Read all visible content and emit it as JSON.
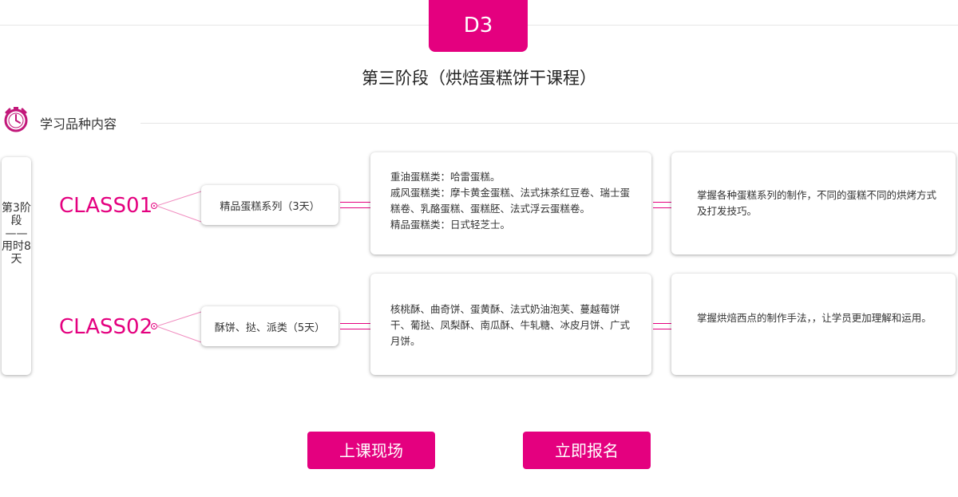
{
  "stage_badge": "D3",
  "title": "第三阶段（烘焙蛋糕饼干课程）",
  "section": {
    "title": "学习品种内容",
    "icon": "stopwatch-icon"
  },
  "side_label": "第3阶段——用时8天",
  "classes": [
    {
      "label": "CLASS01",
      "pill": "精品蛋糕系列（3天）",
      "details": [
        "重油蛋糕类：哈雷蛋糕。",
        "戚风蛋糕类：摩卡黄金蛋糕、法式抹茶红豆卷、瑞士蛋糕卷、乳酪蛋糕、蛋糕胚、法式浮云蛋糕卷。",
        "精品蛋糕类：日式轻芝士。"
      ],
      "goal": "掌握各种蛋糕系列的制作，不同的蛋糕不同的烘烤方式及打发技巧。"
    },
    {
      "label": "CLASS02",
      "pill": "酥饼、挞、派类（5天）",
      "details": [
        "核桃酥、曲奇饼、蛋黄酥、法式奶油泡芙、蔓越莓饼干、葡挞、凤梨酥、南瓜酥、牛轧糖、冰皮月饼、广式月饼。"
      ],
      "goal": "掌握烘焙西点的制作手法，，让学员更加理解和运用。"
    }
  ],
  "buttons": {
    "live": "上课现场",
    "signup": "立即报名"
  },
  "colors": {
    "accent": "#e4007f",
    "line": "#e6e6e6"
  }
}
